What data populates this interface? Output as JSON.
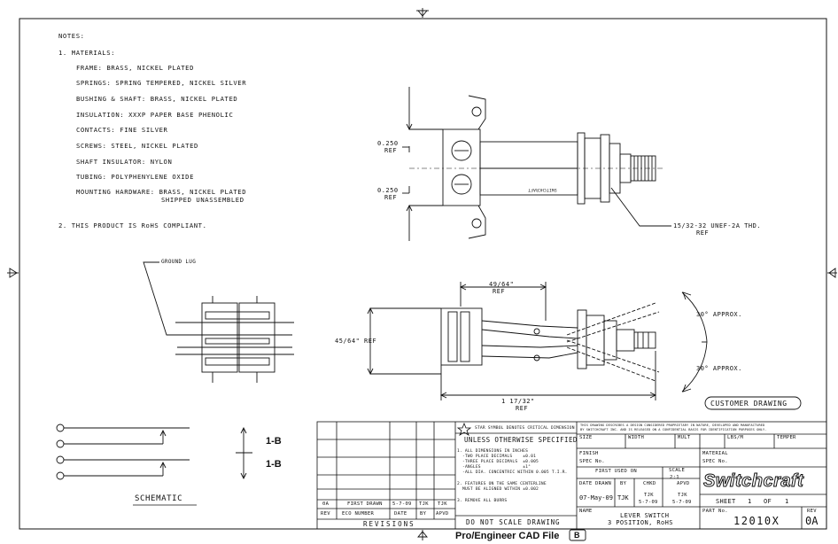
{
  "notes": {
    "heading": "NOTES:",
    "item1": "1. MATERIALS:",
    "materials": [
      "FRAME: BRASS, NICKEL PLATED",
      "SPRINGS: SPRING TEMPERED, NICKEL SILVER",
      "BUSHING & SHAFT: BRASS, NICKEL PLATED",
      "INSULATION: XXXP PAPER BASE PHENOLIC",
      "CONTACTS: FINE SILVER",
      "SCREWS: STEEL, NICKEL PLATED",
      "SHAFT INSULATOR: NYLON",
      "TUBING: POLYPHENYLENE OXIDE",
      "MOUNTING HARDWARE: BRASS, NICKEL PLATED"
    ],
    "materials_cont": "SHIPPED UNASSEMBLED",
    "item2": "2. THIS PRODUCT IS RoHS COMPLIANT."
  },
  "callouts": {
    "ground_lug": "GROUND LUG",
    "dim_250_top": "0.250",
    "dim_250_bottom": "0.250",
    "ref": "REF",
    "thread": "15/32-32 UNEF-2A THD.",
    "dim_49_64": "49/64\"",
    "dim_45_64": "45/64\" REF",
    "dim_1_17_32": "1 17/32\"",
    "angle_top": "30° APPROX.",
    "angle_bottom": "30° APPROX.",
    "body_mark": "SWITCHCRAFT",
    "customer_drawing": "CUSTOMER DRAWING"
  },
  "schematic": {
    "label": "SCHEMATIC",
    "pos1": "1-B",
    "pos2": "1-B"
  },
  "revisions": {
    "row": [
      "0A",
      "FIRST DRAWN",
      "5-7-09",
      "TJK",
      "TJK"
    ],
    "headers": [
      "REV",
      "ECO NUMBER",
      "DATE",
      "BY",
      "APVD"
    ],
    "title": "REVISIONS"
  },
  "tolerances": {
    "star_note": "STAR SYMBOL DENOTES CRITICAL DIMENSION",
    "unless": "UNLESS OTHERWISE SPECIFIED",
    "n1": "1. ALL DIMENSIONS IN INCHES",
    "n1a": "-TWO PLACE DECIMALS    ±0.01",
    "n1b": "-THREE PLACE DECIMALS  ±0.005",
    "n1c": "-ANGLES                ±1°",
    "n1d": "-ALL DIA. CONCENTRIC WITHIN 0.005 T.I.R.",
    "n2": "2. FEATURES ON THE SAME CENTERLINE",
    "n2a": "MUST BE ALIGNED WITHIN ±0.002",
    "n3": "3. REMOVE ALL BURRS",
    "do_not_scale": "DO NOT SCALE DRAWING"
  },
  "title_block": {
    "proprietary": "THIS DRAWING DESCRIBES A DESIGN CONSIDERED PROPRIETARY IN NATURE, DEVELOPED AND MANUFACTURED",
    "proprietary2": "BY SWITCHCRAFT INC. AND IS RELEASED ON A CONFIDENTIAL BASIS FOR IDENTIFICATION PURPOSES ONLY.",
    "size": "SIZE",
    "width": "WIDTH",
    "mult": "MULT",
    "lbs_m": "LBS/M",
    "temper": "TEMPER",
    "finish": "FINISH",
    "spec_no": "SPEC No.",
    "material": "MATERIAL",
    "spec_no2": "SPEC No.",
    "first_used_on": "FIRST USED ON",
    "scale": "SCALE",
    "scale_val": "2:1",
    "date_drawn": "DATE DRAWN",
    "by": "BY",
    "chkd": "CHKD",
    "apvd": "APVD",
    "date_val": "07-May-09",
    "by_val": "TJK",
    "chkd_val": "TJK",
    "chkd_date": "5-7-09",
    "apvd_val": "TJK",
    "apvd_date": "5-7-09",
    "logo": "Switchcraft",
    "sheet": "SHEET",
    "sheet_n": "1",
    "of": "OF",
    "sheet_total": "1",
    "name": "NAME",
    "name_val": "LEVER SWITCH",
    "name_val2": "3 POSITION, RoHS",
    "part_no": "PART No.",
    "part_val": "12010X",
    "rev": "REV",
    "rev_val": "0A"
  },
  "footer": {
    "label": "Pro/Engineer CAD File",
    "size_letter": "B"
  }
}
